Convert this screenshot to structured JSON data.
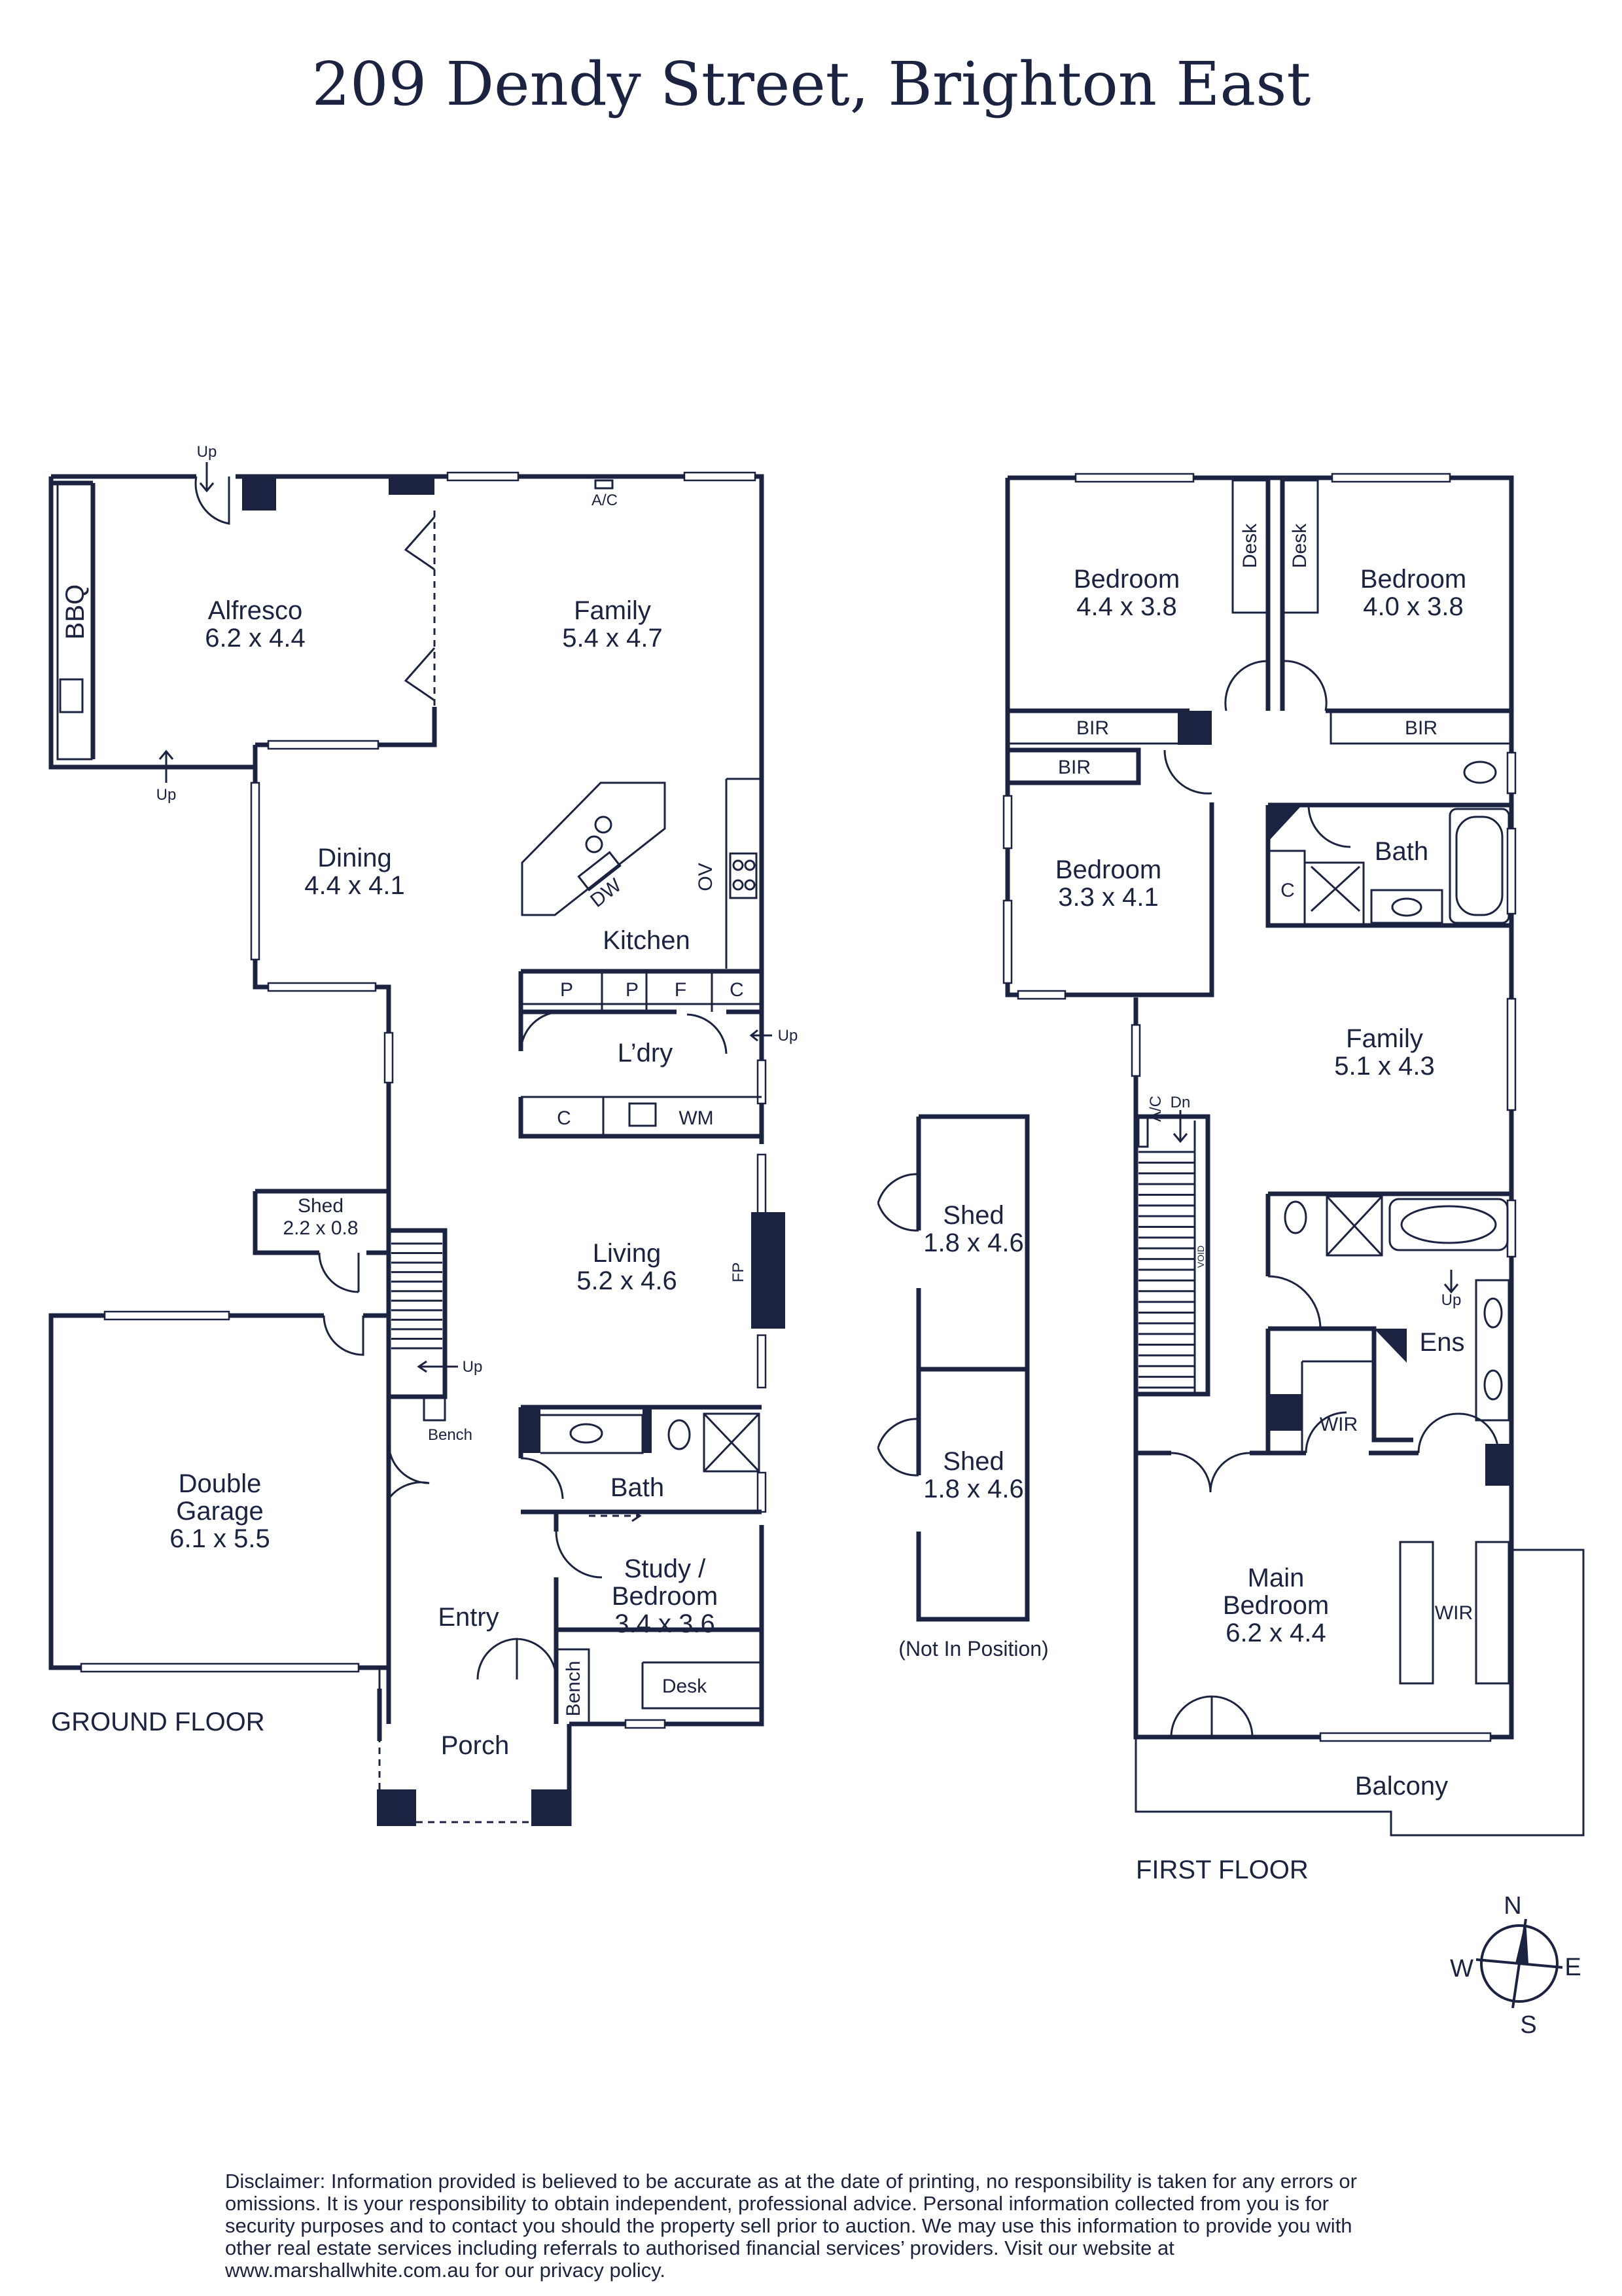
{
  "title": "209 Dendy Street, Brighton East",
  "floors": {
    "ground": "GROUND FLOOR",
    "first": "FIRST FLOOR"
  },
  "rooms": {
    "alfresco": {
      "name": "Alfresco",
      "size": "6.2 x 4.4"
    },
    "family_ground": {
      "name": "Family",
      "size": "5.4 x 4.7"
    },
    "dining": {
      "name": "Dining",
      "size": "4.4 x 4.1"
    },
    "kitchen": {
      "name": "Kitchen"
    },
    "laundry": {
      "name": "L’dry"
    },
    "living": {
      "name": "Living",
      "size": "5.2 x 4.6"
    },
    "shed_small": {
      "name": "Shed",
      "size": "2.2 x 0.8"
    },
    "garage": {
      "line1": "Double",
      "line2": "Garage",
      "size": "6.1 x 5.5"
    },
    "bath_ground": {
      "name": "Bath"
    },
    "study": {
      "line1": "Study /",
      "line2": "Bedroom",
      "size": "3.4 x 3.6"
    },
    "entry": {
      "name": "Entry"
    },
    "porch": {
      "name": "Porch"
    },
    "shed_1": {
      "name": "Shed",
      "size": "1.8 x 4.6"
    },
    "shed_2": {
      "name": "Shed",
      "size": "1.8 x 4.6"
    },
    "bedroom_1": {
      "name": "Bedroom",
      "size": "4.4 x 3.8"
    },
    "bedroom_2": {
      "name": "Bedroom",
      "size": "4.0 x 3.8"
    },
    "bedroom_3": {
      "name": "Bedroom",
      "size": "3.3 x 4.1"
    },
    "bath_first": {
      "name": "Bath"
    },
    "family_first": {
      "name": "Family",
      "size": "5.1 x 4.3"
    },
    "ens": {
      "name": "Ens"
    },
    "main_bedroom": {
      "line1": "Main",
      "line2": "Bedroom",
      "size": "6.2 x 4.4"
    },
    "balcony": {
      "name": "Balcony"
    }
  },
  "fixtures": {
    "up": "Up",
    "dn": "Dn",
    "ac": "A/C",
    "bbq": "BBQ",
    "dw": "DW",
    "ov": "OV",
    "pantry": "P",
    "fridge": "F",
    "cupboard": "C",
    "wm": "WM",
    "fp": "FP",
    "bench": "Bench",
    "desk": "Desk",
    "bir": "BIR",
    "wir": "WIR",
    "void": "VOID"
  },
  "sheds_note": "(Not In Position)",
  "compass": {
    "n": "N",
    "e": "E",
    "s": "S",
    "w": "W"
  },
  "disclaimer": "Disclaimer: Information provided is believed to be accurate as at the date of printing, no responsibility is taken for any errors or omissions. It is your responsibility to obtain independent, professional advice. Personal information collected from you is for security purposes and to contact you should the property sell prior to auction. We may use this information to provide you with other real estate services including referrals to authorised financial services’ providers. Visit our website at www.marshallwhite.com.au for our privacy policy."
}
